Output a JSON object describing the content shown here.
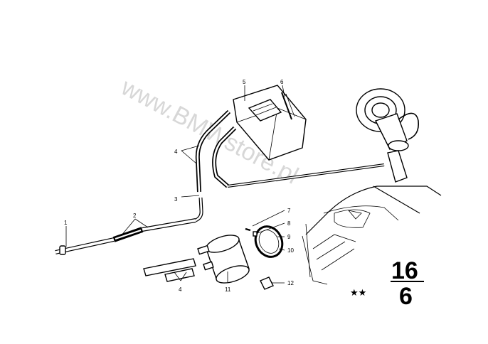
{
  "watermark": "www.BMWstore.pl",
  "callouts": {
    "c1": "1",
    "c2": "2",
    "c3": "3",
    "c4a": "4",
    "c4b": "4",
    "c5": "5",
    "c6": "6",
    "c7": "7",
    "c8": "8",
    "c9": "9",
    "c10": "10",
    "c11": "11",
    "c12": "12"
  },
  "page_ref": {
    "group": "16",
    "sheet": "6",
    "stars": "★★"
  },
  "icons": {
    "star": "star-icon"
  }
}
